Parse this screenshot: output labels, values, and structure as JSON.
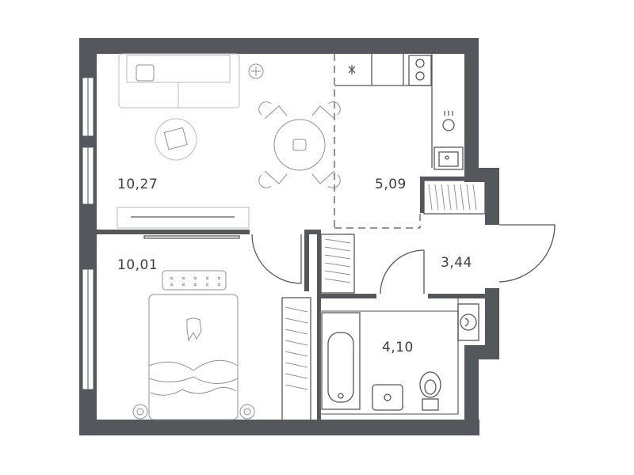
{
  "rooms": [
    {
      "id": "living",
      "area": "10,27"
    },
    {
      "id": "kitchen",
      "area": "5,09"
    },
    {
      "id": "bedroom",
      "area": "10,01"
    },
    {
      "id": "hall",
      "area": "3,44"
    },
    {
      "id": "bathroom",
      "area": "4,10"
    }
  ]
}
